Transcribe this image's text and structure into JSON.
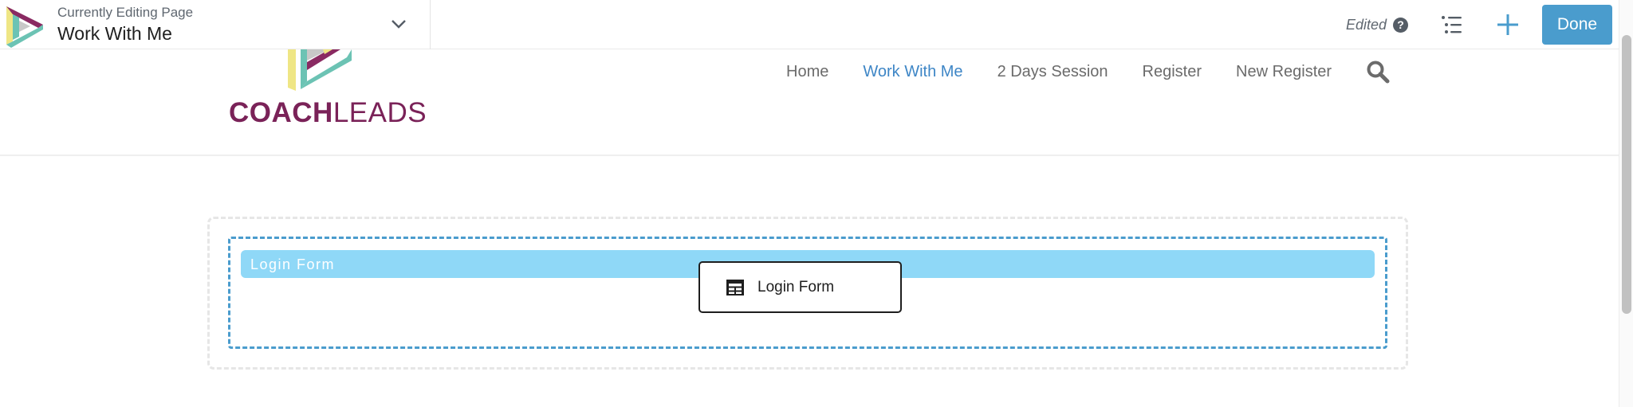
{
  "editor_bar": {
    "page_picker": {
      "subtitle": "Currently Editing Page",
      "title": "Work With Me",
      "chevron_icon": "chevron-down-icon"
    },
    "status": "Edited",
    "help_icon_glyph": "?",
    "outline_icon": "list-outline-icon",
    "add_icon": "plus-icon",
    "done_label": "Done",
    "colors": {
      "done_bg": "#4a9ccd",
      "plus": "#4a9ccd"
    }
  },
  "site": {
    "logo": {
      "bold": "COACH",
      "light": "LEADS",
      "color": "#7a2258"
    },
    "nav": {
      "items": [
        {
          "label": "Home",
          "active": false
        },
        {
          "label": "Work With Me",
          "active": true
        },
        {
          "label": "2 Days Session",
          "active": false
        },
        {
          "label": "Register",
          "active": false
        },
        {
          "label": "New Register",
          "active": false
        }
      ],
      "search_icon": "search-icon",
      "active_color": "#3e86c6"
    }
  },
  "content": {
    "module_bar_label": "Login Form",
    "tooltip": {
      "icon": "table-icon",
      "label": "Login Form"
    },
    "colors": {
      "bar_bg": "#8fd8f7",
      "selected_border": "#4a9ccd",
      "outer_border": "#e6e6e6"
    }
  }
}
